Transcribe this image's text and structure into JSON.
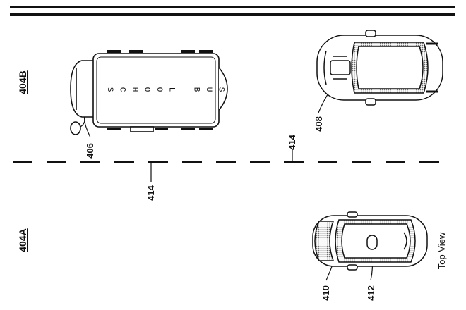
{
  "figure": {
    "lane_labels": [
      "404B",
      "404A"
    ],
    "bus_text": "SCHOOL BUS",
    "refs": {
      "bus": "406",
      "car_top": "408",
      "car_bottom": "410",
      "car_bottom_part": "412",
      "lane_line_left": "414",
      "lane_line_right": "414"
    },
    "view_label": "Top View"
  },
  "colors": {
    "ink": "#111111",
    "paper": "#ffffff",
    "shade": "#8a8a8a"
  }
}
